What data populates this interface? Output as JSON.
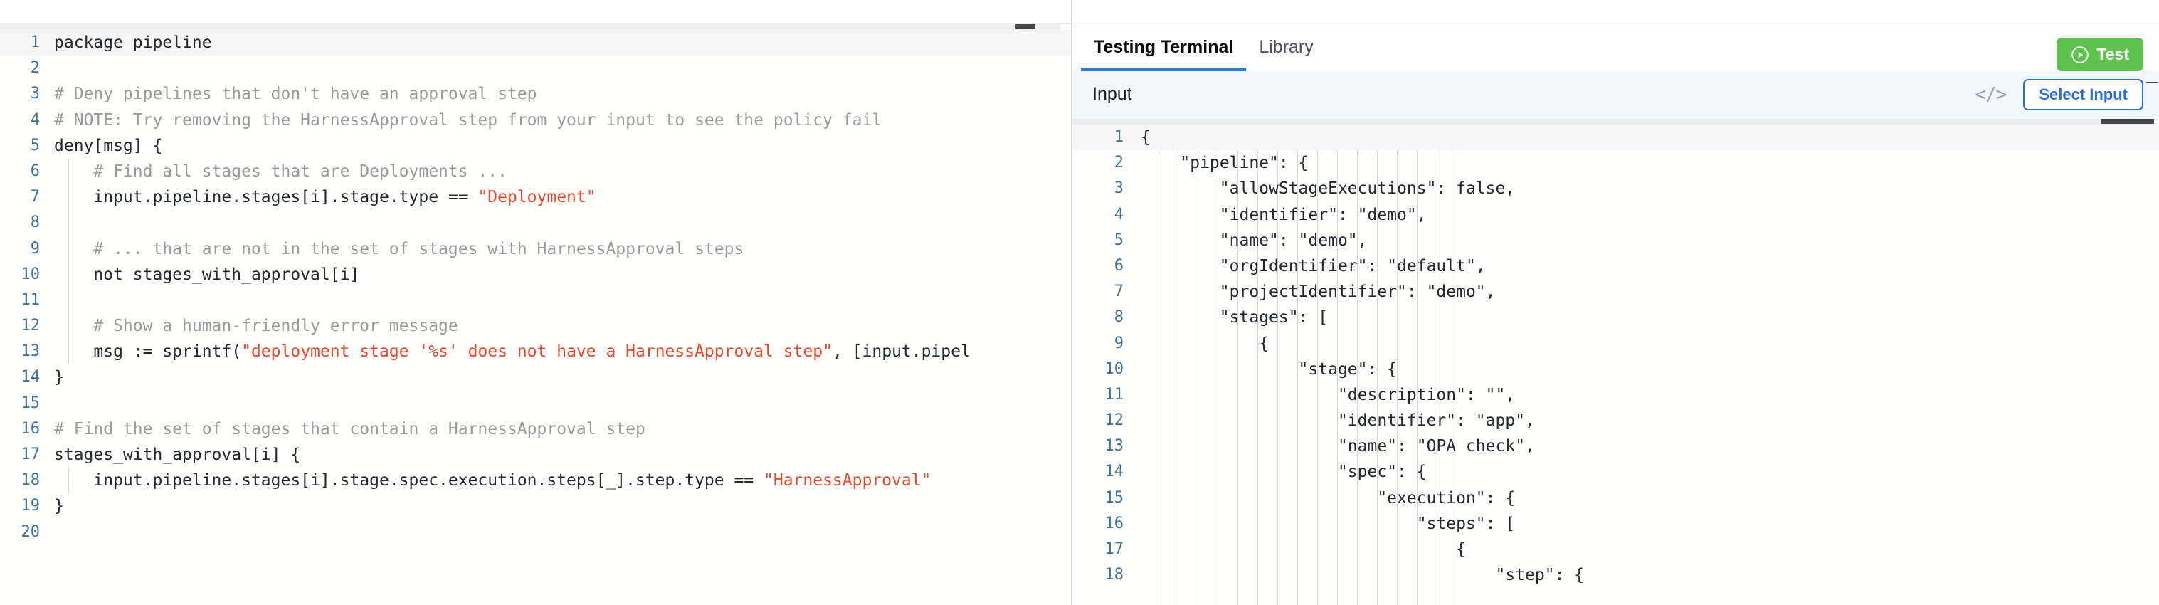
{
  "editor": {
    "language": "rego",
    "active_line": 1,
    "total_lines": 20,
    "scroll_thumb_label": "horizontal-scrollbar",
    "lines": [
      {
        "n": "1",
        "indent": false,
        "segments": [
          {
            "t": "plain",
            "s": "package pipeline"
          }
        ]
      },
      {
        "n": "2",
        "indent": false,
        "segments": [
          {
            "t": "plain",
            "s": ""
          }
        ]
      },
      {
        "n": "3",
        "indent": false,
        "segments": [
          {
            "t": "comment",
            "s": "# Deny pipelines that don't have an approval step"
          }
        ]
      },
      {
        "n": "4",
        "indent": false,
        "segments": [
          {
            "t": "comment",
            "s": "# NOTE: Try removing the HarnessApproval step from your input to see the policy fail"
          }
        ]
      },
      {
        "n": "5",
        "indent": false,
        "segments": [
          {
            "t": "plain",
            "s": "deny[msg] {"
          }
        ]
      },
      {
        "n": "6",
        "indent": true,
        "segments": [
          {
            "t": "comment",
            "s": "    # Find all stages that are Deployments ..."
          }
        ]
      },
      {
        "n": "7",
        "indent": true,
        "segments": [
          {
            "t": "plain",
            "s": "    input.pipeline.stages[i].stage.type == "
          },
          {
            "t": "string",
            "s": "\"Deployment\""
          }
        ]
      },
      {
        "n": "8",
        "indent": true,
        "segments": [
          {
            "t": "plain",
            "s": ""
          }
        ]
      },
      {
        "n": "9",
        "indent": true,
        "segments": [
          {
            "t": "comment",
            "s": "    # ... that are not in the set of stages with HarnessApproval steps"
          }
        ]
      },
      {
        "n": "10",
        "indent": true,
        "segments": [
          {
            "t": "plain",
            "s": "    not stages_with_approval[i]"
          }
        ]
      },
      {
        "n": "11",
        "indent": true,
        "segments": [
          {
            "t": "plain",
            "s": ""
          }
        ]
      },
      {
        "n": "12",
        "indent": true,
        "segments": [
          {
            "t": "comment",
            "s": "    # Show a human-friendly error message"
          }
        ]
      },
      {
        "n": "13",
        "indent": true,
        "segments": [
          {
            "t": "plain",
            "s": "    msg := sprintf("
          },
          {
            "t": "string",
            "s": "\"deployment stage '%s' does not have a HarnessApproval step\""
          },
          {
            "t": "plain",
            "s": ", [input.pipel"
          }
        ]
      },
      {
        "n": "14",
        "indent": false,
        "segments": [
          {
            "t": "plain",
            "s": "}"
          }
        ]
      },
      {
        "n": "15",
        "indent": false,
        "segments": [
          {
            "t": "plain",
            "s": ""
          }
        ]
      },
      {
        "n": "16",
        "indent": false,
        "segments": [
          {
            "t": "comment",
            "s": "# Find the set of stages that contain a HarnessApproval step"
          }
        ]
      },
      {
        "n": "17",
        "indent": false,
        "segments": [
          {
            "t": "plain",
            "s": "stages_with_approval[i] {"
          }
        ]
      },
      {
        "n": "18",
        "indent": true,
        "segments": [
          {
            "t": "plain",
            "s": "    input.pipeline.stages[i].stage.spec.execution.steps[_].step.type == "
          },
          {
            "t": "string",
            "s": "\"HarnessApproval\""
          }
        ]
      },
      {
        "n": "19",
        "indent": false,
        "segments": [
          {
            "t": "plain",
            "s": "}"
          }
        ]
      },
      {
        "n": "20",
        "indent": false,
        "segments": [
          {
            "t": "plain",
            "s": ""
          }
        ]
      }
    ]
  },
  "terminal": {
    "tabs": [
      {
        "label": "Testing Terminal",
        "active": true
      },
      {
        "label": "Library",
        "active": false
      }
    ],
    "test_button": {
      "label": "Test",
      "icon": "play-circle-icon",
      "color": "#5fc24e"
    },
    "input_bar": {
      "label": "Input",
      "code_icon": "code-brackets-icon",
      "select_input_label": "Select Input",
      "accent": "#2b6fd4",
      "background": "#f1f8fd"
    },
    "input_json": {
      "active_line": 1,
      "lines": [
        {
          "n": "1",
          "s": "{"
        },
        {
          "n": "2",
          "s": "    \"pipeline\": {"
        },
        {
          "n": "3",
          "s": "        \"allowStageExecutions\": false,"
        },
        {
          "n": "4",
          "s": "        \"identifier\": \"demo\","
        },
        {
          "n": "5",
          "s": "        \"name\": \"demo\","
        },
        {
          "n": "6",
          "s": "        \"orgIdentifier\": \"default\","
        },
        {
          "n": "7",
          "s": "        \"projectIdentifier\": \"demo\","
        },
        {
          "n": "8",
          "s": "        \"stages\": ["
        },
        {
          "n": "9",
          "s": "            {"
        },
        {
          "n": "10",
          "s": "                \"stage\": {"
        },
        {
          "n": "11",
          "s": "                    \"description\": \"\","
        },
        {
          "n": "12",
          "s": "                    \"identifier\": \"app\","
        },
        {
          "n": "13",
          "s": "                    \"name\": \"OPA check\","
        },
        {
          "n": "14",
          "s": "                    \"spec\": {"
        },
        {
          "n": "15",
          "s": "                        \"execution\": {"
        },
        {
          "n": "16",
          "s": "                            \"steps\": ["
        },
        {
          "n": "17",
          "s": "                                {"
        },
        {
          "n": "18",
          "s": "                                    \"step\": {"
        }
      ]
    }
  }
}
